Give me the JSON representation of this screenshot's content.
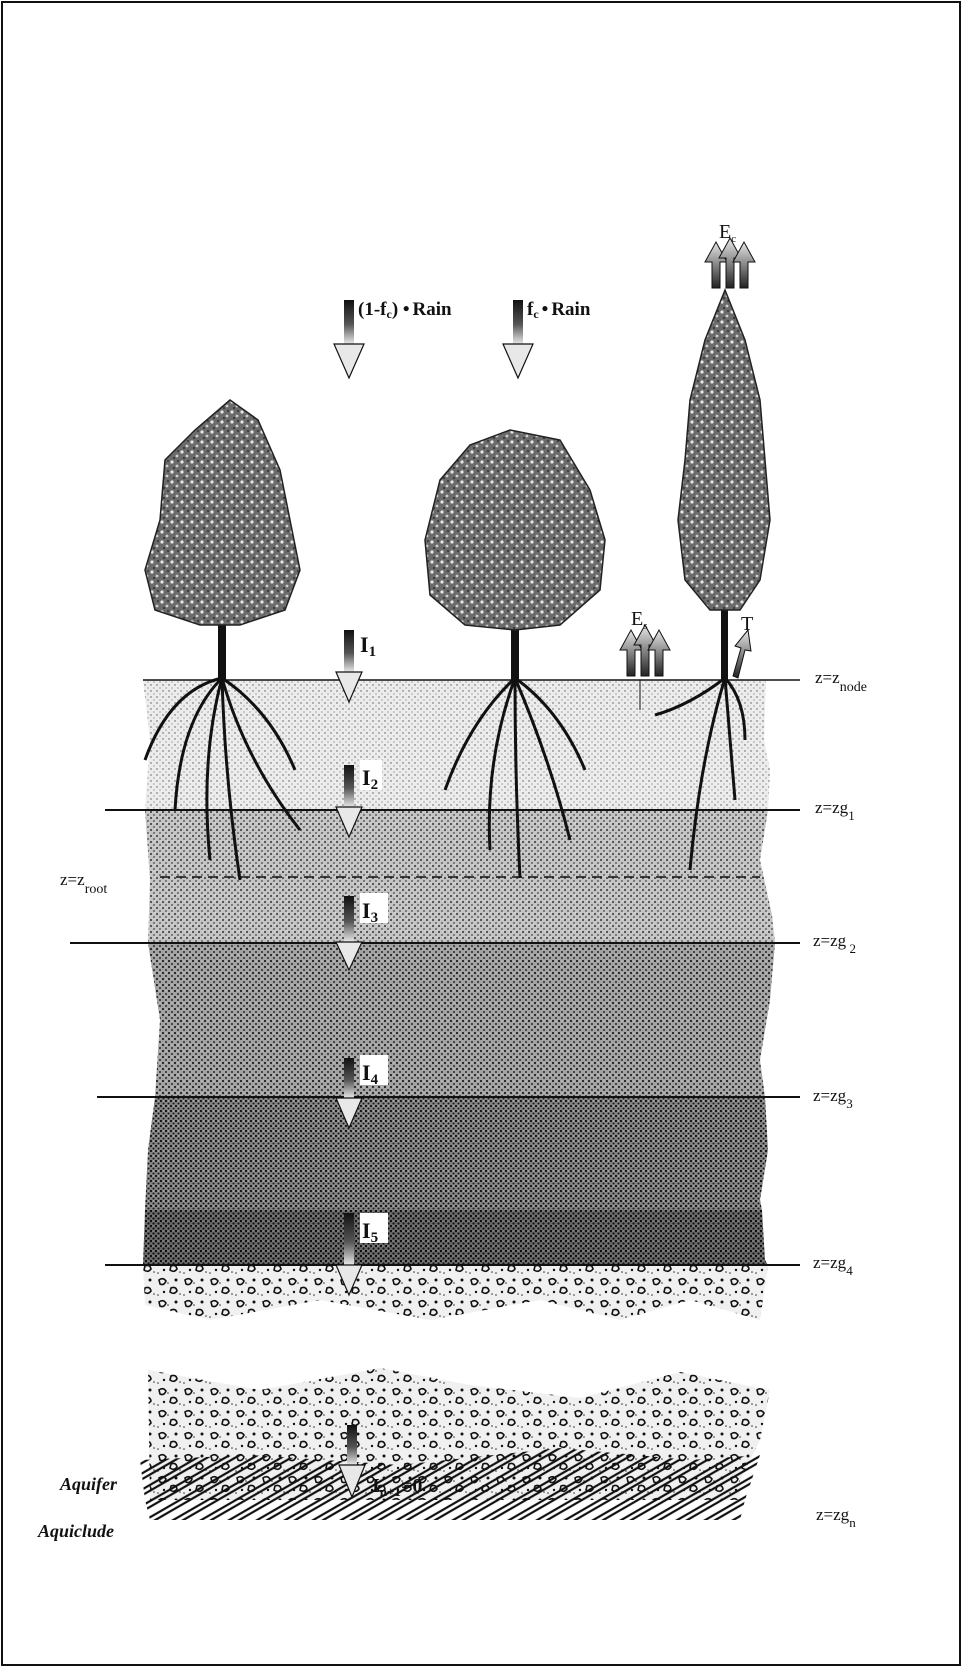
{
  "rain": {
    "open_prefix": "(1-f",
    "open_sub": "c",
    "open_suffix": ") ",
    "bullet": "•",
    "rain_word": "Rain",
    "canopy_prefix": "f",
    "canopy_sub": "c"
  },
  "evaporation": {
    "canopy": "E",
    "canopy_sub": "c",
    "soil": "E",
    "soil_sub": "s",
    "transpiration": "T"
  },
  "infiltration": [
    {
      "letter": "I",
      "sub": "1"
    },
    {
      "letter": "I",
      "sub": "2"
    },
    {
      "letter": "I",
      "sub": "3"
    },
    {
      "letter": "I",
      "sub": "4"
    },
    {
      "letter": "I",
      "sub": "5"
    }
  ],
  "bottom_flux": {
    "letter": "I",
    "sub": "n+1",
    "suffix": "=0"
  },
  "levels": [
    {
      "prefix": "z=z",
      "sub": "node"
    },
    {
      "prefix": "z=zg",
      "sub": "1"
    },
    {
      "prefix": "z=zg",
      "sub": " 2"
    },
    {
      "prefix": "z=zg",
      "sub": "3"
    },
    {
      "prefix": "z=zg",
      "sub": "4"
    },
    {
      "prefix": "z=zg",
      "sub": "n"
    }
  ],
  "root_level": {
    "prefix": "z=z",
    "sub": "root"
  },
  "aquifer": "Aquifer",
  "aquiclude": "Aquiclude",
  "colors": {
    "ink": "#111111",
    "layer1": "#e4e4e4",
    "layer2": "#bdbdbd",
    "layer3": "#9a9a9a",
    "layer4": "#7e7e7e",
    "layer5": "#5f5f5f",
    "gravel": "#d9d9d9"
  }
}
